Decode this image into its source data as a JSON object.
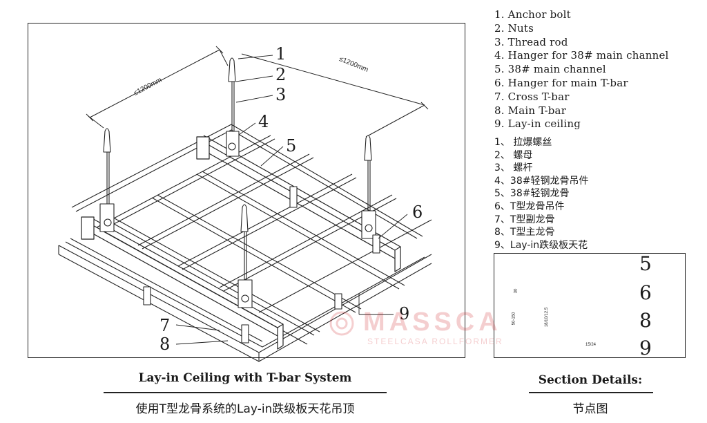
{
  "legend_en": [
    "1. Anchor bolt",
    "2. Nuts",
    "3. Thread rod",
    "4. Hanger for 38# main channel",
    "5. 38# main channel",
    "6. Hanger for main T-bar",
    "7. Cross T-bar",
    "8. Main T-bar",
    "9. Lay-in ceiling"
  ],
  "legend_cn": [
    "1、 拉爆螺丝",
    "2、 螺母",
    "3、 螺杆",
    "4、38#轻钢龙骨吊件",
    "5、38#轻钢龙骨",
    "6、T型龙骨吊件",
    "7、T型副龙骨",
    "8、T型主龙骨",
    "9、Lay-in跌级板天花"
  ],
  "main_diagram": {
    "callouts": [
      "1",
      "2",
      "3",
      "4",
      "5",
      "6",
      "7",
      "8",
      "9"
    ],
    "dim_left": "≤1200mm",
    "dim_right": "≤1200mm"
  },
  "section_diagram": {
    "callouts": [
      "5",
      "6",
      "8",
      "9"
    ],
    "dim_labels": [
      "30",
      "50-150",
      "18/10/12.5",
      "15/24"
    ]
  },
  "captions": {
    "main_title": "Lay-in Ceiling with T-bar System",
    "main_title_cn": "使用T型龙骨系统的Lay-in跌级板天花吊顶",
    "section_title": "Section Details:",
    "section_title_cn": "节点图"
  },
  "watermark": {
    "brand": "MASSCA",
    "tagline": "STEELCASA ROLLFORMER",
    "color": "#d1232a"
  }
}
